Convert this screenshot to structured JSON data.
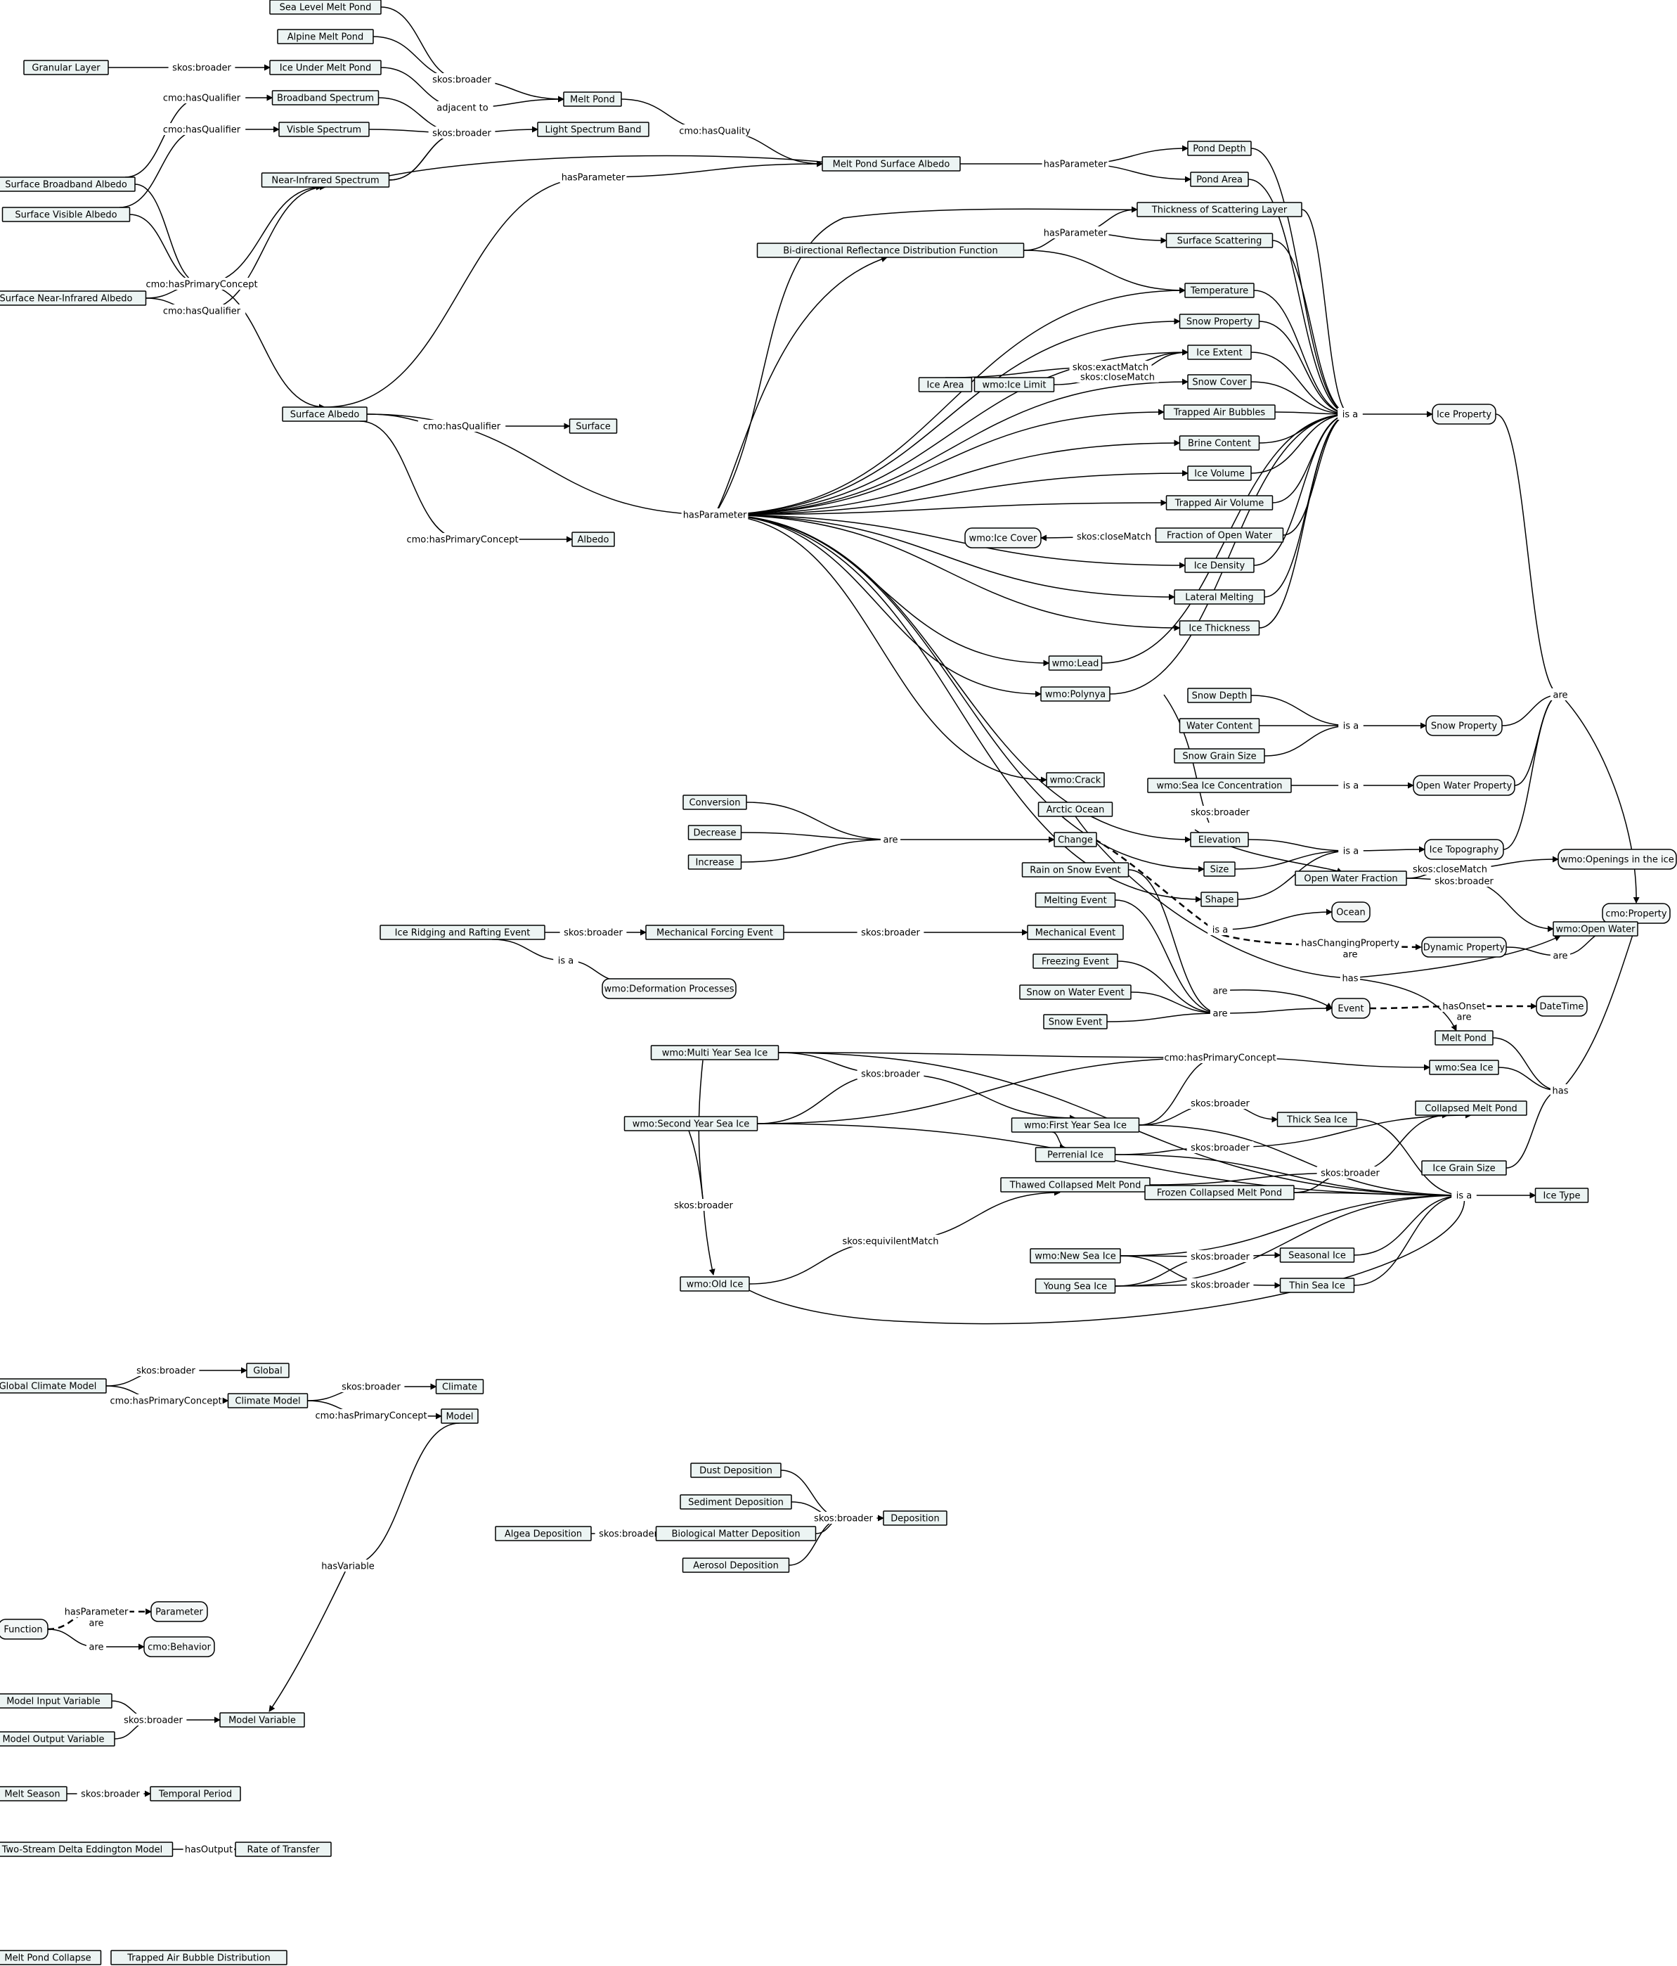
{
  "nodes": {
    "sea_level_melt_pond": "Sea Level Melt Pond",
    "alpine_melt_pond": "Alpine Melt Pond",
    "granular_layer": "Granular Layer",
    "ice_under_melt_pond": "Ice Under Melt Pond",
    "melt_pond": "Melt Pond",
    "broadband_spectrum": "Broadband Spectrum",
    "visible_spectrum": "Visble Spectrum",
    "light_spectrum_band": "Light Spectrum Band",
    "surface_broadband_albedo": "Surface Broadband Albedo",
    "near_infrared_spectrum": "Near-Infrared Spectrum",
    "melt_pond_surface_albedo": "Melt Pond Surface Albedo",
    "pond_depth": "Pond Depth",
    "pond_area": "Pond Area",
    "surface_visible_albedo": "Surface Visible Albedo",
    "thickness_scattering_layer": "Thickness of Scattering Layer",
    "brdf": "Bi-directional Reflectance Distribution Function",
    "surface_scattering": "Surface Scattering",
    "surface_nir_albedo": "Surface Near-Infrared Albedo",
    "temperature": "Temperature",
    "snow_property_1": "Snow Property",
    "ice_extent": "Ice Extent",
    "ice_area": "Ice Area",
    "wmo_ice_limit": "wmo:Ice Limit",
    "snow_cover": "Snow Cover",
    "surface_albedo": "Surface Albedo",
    "surface": "Surface",
    "trapped_air_bubbles": "Trapped Air Bubbles",
    "ice_property": "Ice Property",
    "brine_content": "Brine Content",
    "ice_volume": "Ice Volume",
    "trapped_air_volume": "Trapped Air Volume",
    "albedo": "Albedo",
    "wmo_ice_cover": "wmo:Ice Cover",
    "fraction_open_water": "Fraction of Open Water",
    "ice_density": "Ice Density",
    "lateral_melting": "Lateral Melting",
    "ice_thickness": "Ice Thickness",
    "wmo_lead": "wmo:Lead",
    "wmo_polynya": "wmo:Polynya",
    "snow_depth": "Snow Depth",
    "water_content": "Water Content",
    "snow_property_2": "Snow Property",
    "snow_grain_size": "Snow Grain Size",
    "wmo_crack": "wmo:Crack",
    "wmo_sea_ice_conc": "wmo:Sea Ice Concentration",
    "open_water_property": "Open Water Property",
    "conversion": "Conversion",
    "arctic_ocean": "Arctic Ocean",
    "decrease": "Decrease",
    "change": "Change",
    "elevation": "Elevation",
    "increase": "Increase",
    "ice_topography": "Ice Topography",
    "wmo_openings": "wmo:Openings in the ice",
    "rain_on_snow_event": "Rain on Snow Event",
    "size": "Size",
    "open_water_fraction": "Open Water Fraction",
    "melting_event": "Melting Event",
    "shape": "Shape",
    "ocean": "Ocean",
    "cmo_property": "cmo:Property",
    "ice_ridging_event": "Ice Ridging and Rafting Event",
    "mechanical_forcing_event": "Mechanical Forcing Event",
    "mechanical_event": "Mechanical Event",
    "wmo_open_water": "wmo:Open Water",
    "dynamic_property": "Dynamic Property",
    "freezing_event": "Freezing Event",
    "wmo_deformation": "wmo:Deformation Processes",
    "snow_on_water_event": "Snow on Water Event",
    "event": "Event",
    "datetime": "DateTime",
    "snow_event": "Snow Event",
    "melt_pond_2": "Melt Pond",
    "wmo_multi_year": "wmo:Multi Year Sea Ice",
    "wmo_sea_ice": "wmo:Sea Ice",
    "collapsed_melt_pond": "Collapsed Melt Pond",
    "wmo_second_year": "wmo:Second Year Sea Ice",
    "wmo_first_year": "wmo:First Year Sea Ice",
    "thick_sea_ice": "Thick Sea Ice",
    "perrenial_ice": "Perrenial Ice",
    "ice_grain_size": "Ice Grain Size",
    "thawed_collapsed": "Thawed Collapsed Melt Pond",
    "frozen_collapsed": "Frozen Collapsed Melt Pond",
    "ice_type": "Ice Type",
    "wmo_new_sea_ice": "wmo:New Sea Ice",
    "seasonal_ice": "Seasonal Ice",
    "wmo_old_ice": "wmo:Old Ice",
    "young_sea_ice": "Young Sea Ice",
    "thin_sea_ice": "Thin Sea Ice",
    "global": "Global",
    "global_climate_model": "Global Climate Model",
    "climate": "Climate",
    "climate_model": "Climate Model",
    "model": "Model",
    "dust_deposition": "Dust Deposition",
    "sediment_deposition": "Sediment Deposition",
    "deposition": "Deposition",
    "algea_deposition": "Algea Deposition",
    "biological_matter_deposition": "Biological Matter Deposition",
    "aerosol_deposition": "Aerosol Deposition",
    "parameter": "Parameter",
    "function": "Function",
    "cmo_behavior": "cmo:Behavior",
    "model_input_variable": "Model Input Variable",
    "model_variable": "Model Variable",
    "model_output_variable": "Model Output Variable",
    "melt_season": "Melt Season",
    "temporal_period": "Temporal Period",
    "two_stream": "Two-Stream Delta Eddington Model",
    "rate_of_transfer": "Rate of Transfer",
    "melt_pond_collapse": "Melt Pond Collapse",
    "trapped_air_bubble_dist": "Trapped Air Bubble Distribution"
  },
  "edge_labels": {
    "skos_broader": "skos:broader",
    "adjacent_to": "adjacent to",
    "cmo_hasQualifier": "cmo:hasQualifier",
    "cmo_hasQuality": "cmo:hasQuality",
    "hasParameter": "hasParameter",
    "cmo_hasPrimaryConcept": "cmo:hasPrimaryConcept",
    "skos_exactMatch": "skos:exactMatch",
    "skos_closeMatch": "skos:closeMatch",
    "is_a": "is a",
    "are": "are",
    "has": "has",
    "hasChangingProperty": "hasChangingProperty",
    "hasOnset": "hasOnset",
    "skos_equivilentMatch": "skos:equivilentMatch",
    "hasVariable": "hasVariable",
    "hasOutput": "hasOutput"
  }
}
